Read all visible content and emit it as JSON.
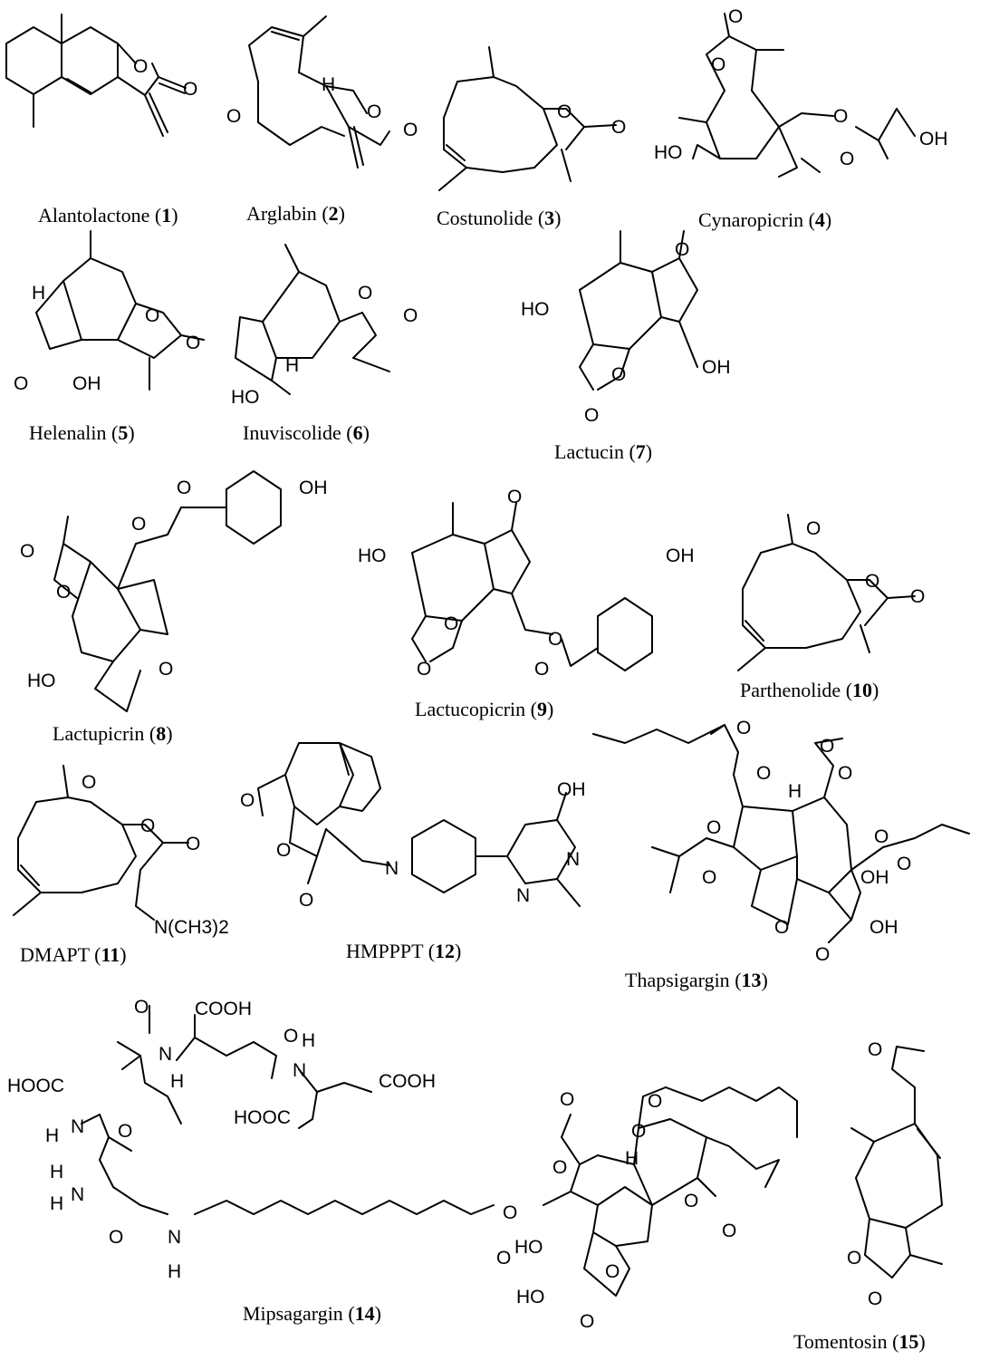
{
  "compounds": [
    {
      "name": "Alantolactone",
      "number": "1"
    },
    {
      "name": "Arglabin",
      "number": "2"
    },
    {
      "name": "Costunolide",
      "number": "3"
    },
    {
      "name": "Cynaropicrin",
      "number": "4"
    },
    {
      "name": "Helenalin",
      "number": "5"
    },
    {
      "name": "Inuviscolide",
      "number": "6"
    },
    {
      "name": "Lactucin",
      "number": "7"
    },
    {
      "name": "Lactupicrin",
      "number": "8"
    },
    {
      "name": "Lactucopicrin",
      "number": "9"
    },
    {
      "name": "Parthenolide",
      "number": "10"
    },
    {
      "name": "DMAPT",
      "number": "11"
    },
    {
      "name": "HMPPPT",
      "number": "12"
    },
    {
      "name": "Thapsigargin",
      "number": "13"
    },
    {
      "name": "Mipsagargin",
      "number": "14"
    },
    {
      "name": "Tomentosin",
      "number": "15"
    }
  ],
  "atom_labels": {
    "O": "O",
    "H": "H",
    "OH": "OH",
    "HO": "HO",
    "N": "N",
    "NMe2": "N(CH3)2",
    "COOH": "COOH",
    "HOOC": "HOOC",
    "NH2_H": "H",
    "NH2_N": "N"
  }
}
